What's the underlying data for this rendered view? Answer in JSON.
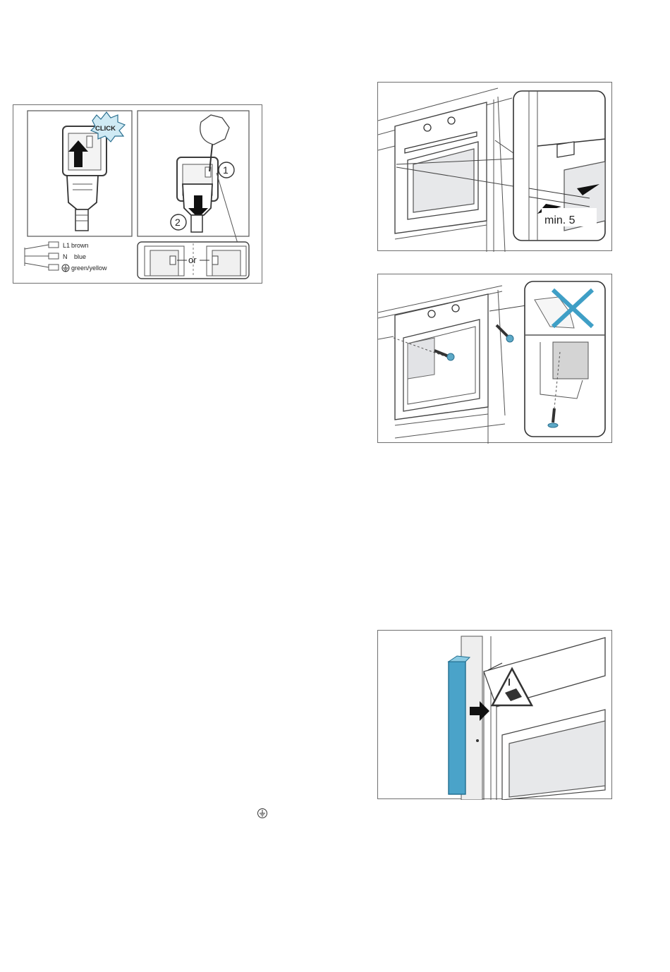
{
  "figure_plug": {
    "badge_click": "CLICK",
    "step_1": "1",
    "step_2": "2",
    "or_label": "or",
    "wires": [
      {
        "code": "L1",
        "color": "brown"
      },
      {
        "code": "N",
        "color": "blue"
      },
      {
        "code": "",
        "color": "green/yellow"
      }
    ]
  },
  "figure_gap": {
    "measure_label": "min. 5"
  },
  "figure_screws": {},
  "figure_trim": {},
  "ground_symbol_icon": "ground-icon"
}
